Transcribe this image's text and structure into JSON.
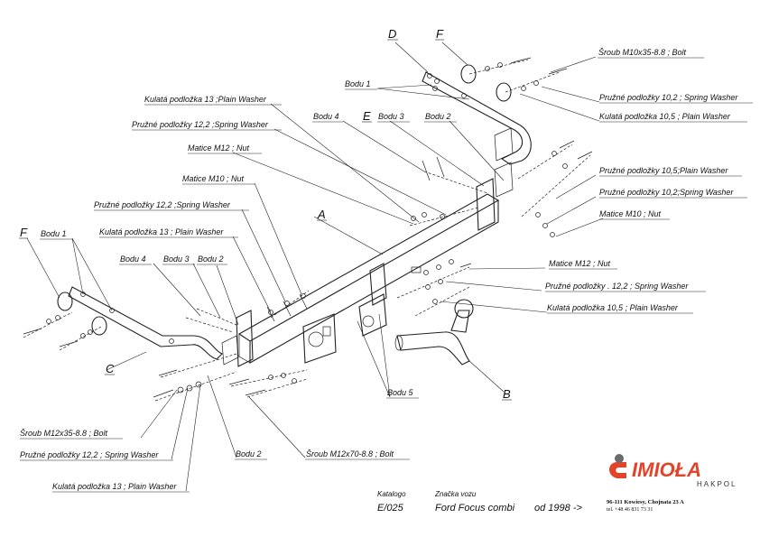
{
  "part_letters": [
    "A",
    "B",
    "C",
    "D",
    "E",
    "F",
    "F"
  ],
  "labels": {
    "bolt_m10": "Šroub M10x35-8.8  ;  Bolt",
    "bodu1_top": "Bodu 1",
    "spring_washer_102": "Pružné podložky 10,2 ; Spring Washer",
    "plain_washer_105_top": "Kulatá podložka  10,5 ; Plain Washer",
    "plain_washer_13_top": "Kulatá podložka  13 ;Plain Washer",
    "bodu4_top": "Bodu 4",
    "bodu3_top": "Bodu 3",
    "bodu2_top": "Bodu 2",
    "spring_washer_122_top": "Pružné podložky 12,2 ;Spring Washer",
    "nut_m12_top": "Matice  M12 ; Nut",
    "nut_m10_left": "Matice  M10 ; Nut",
    "plain_washer_105_right": "Pružné podložky 10,5;Plain Washer",
    "spring_washer_102_right": "Pružné podložky 10,2;Spring Washer",
    "nut_m10_right": "Matice  M10 ; Nut",
    "spring_washer_122_left": "Pružné podložky  12,2 ;Spring Washer",
    "plain_washer_13_left": "Kulatá podložka  13 ; Plain Washer",
    "bodu1_left": "Bodu 1",
    "bodu4_left": "Bodu 4",
    "bodu3_left": "Bodu 3",
    "bodu2_left": "Bodu 2",
    "nut_m12_right": "Matice M12 ; Nut",
    "spring_washer_122_right": "Pružné podložky . 12,2 ; Spring Washer",
    "plain_washer_105_bottom": "Kulatá podložka 10,5 ; Plain Washer",
    "bodu5": "Bodu 5",
    "bolt_m12x35": "Šroub M12x35-8.8   ;  Bolt",
    "spring_washer_122_bottom": "Pružné podložky  12,2 ; Spring Washer",
    "plain_washer_13_bottom": "Kulatá podložka  13 ; Plain Washer",
    "bodu2_bottom": "Bodu 2",
    "bolt_m12x70": "Šroub M12x70-8.8   ;  Bolt"
  },
  "catalog": {
    "catalog_label": "Katalogo",
    "catalog_value": "E/025",
    "brand_label": "Značka vozu",
    "model": "Ford Focus combi",
    "years": "od 1998 ->"
  },
  "company": {
    "logo_text": "IMIOŁA",
    "logo_sub": "HAKPOL",
    "address": "96-111 Kowiesy, Chojnata 23 A",
    "phone": "tel. +48 46 831 73 31",
    "brand_color": "#e0442a"
  }
}
